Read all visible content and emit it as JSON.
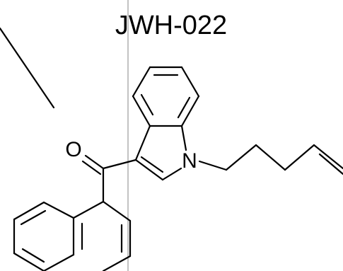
{
  "title": "JWH-022",
  "atoms": {
    "oxygen": "O",
    "nitrogen": "N"
  },
  "colors": {
    "ink": "#000000",
    "frame": "#9a9a9a",
    "background": "#ffffff"
  }
}
